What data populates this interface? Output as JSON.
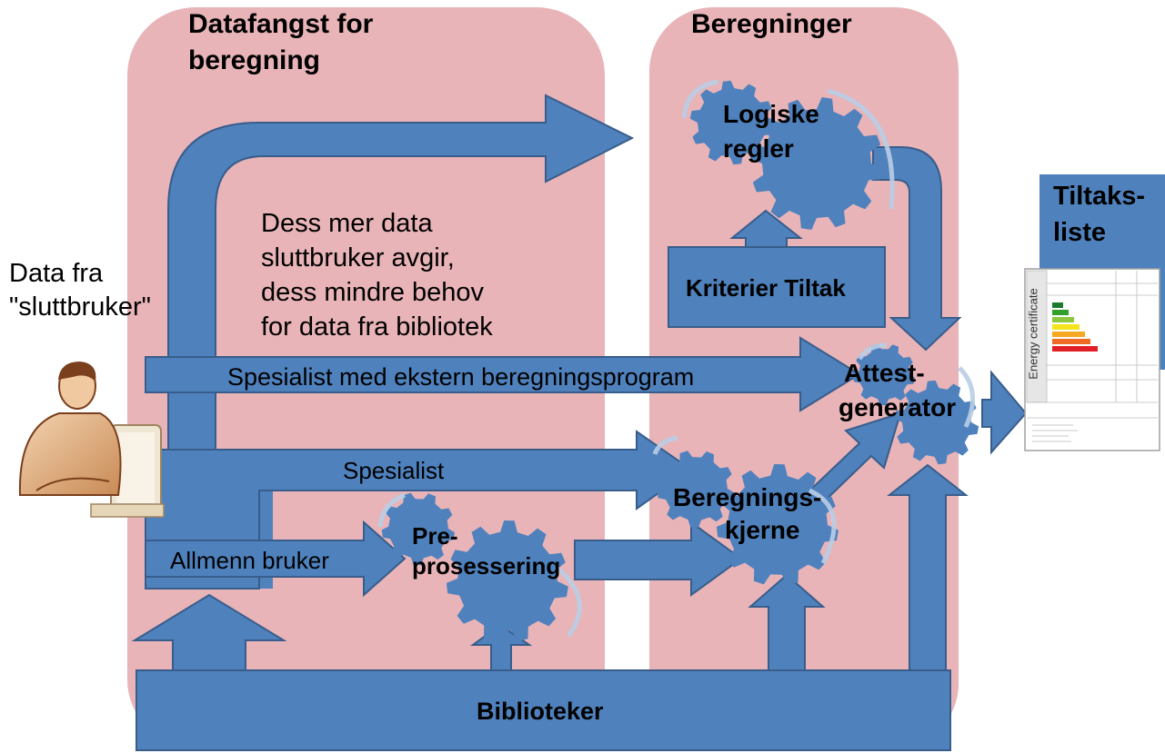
{
  "panels": {
    "left_title_1": "Datafangst for",
    "left_title_2": "beregning",
    "right_title": "Beregninger"
  },
  "user": {
    "line1": "Data fra",
    "line2": "\"sluttbruker\""
  },
  "note": {
    "line1": "Dess mer data",
    "line2": "sluttbruker avgir,",
    "line3": "dess mindre behov",
    "line4": "for data fra bibliotek"
  },
  "arrows": {
    "specialist_external": "Spesialist med ekstern beregningsprogram",
    "specialist": "Spesialist",
    "general_user": "Allmenn bruker"
  },
  "gears": {
    "logic_1": "Logiske",
    "logic_2": "regler",
    "pre_1": "Pre-",
    "pre_2": "prosessering",
    "core_1": "Beregnings-",
    "core_2": "kjerne",
    "attest_1": "Attest-",
    "attest_2": "generator"
  },
  "boxes": {
    "criteria": "Kriterier Tiltak",
    "libraries": "Biblioteker",
    "measures_1": "Tiltaks-",
    "measures_2": "liste"
  },
  "certificate": {
    "label": "Energy certificate"
  },
  "colors": {
    "panel": "#e8b4b8",
    "blue": "#4f81bd",
    "blue_dark": "#385d8a",
    "arc": "#b9cde5"
  },
  "icons": [
    "person-at-computer-icon",
    "gear-icon",
    "energy-certificate-icon"
  ]
}
